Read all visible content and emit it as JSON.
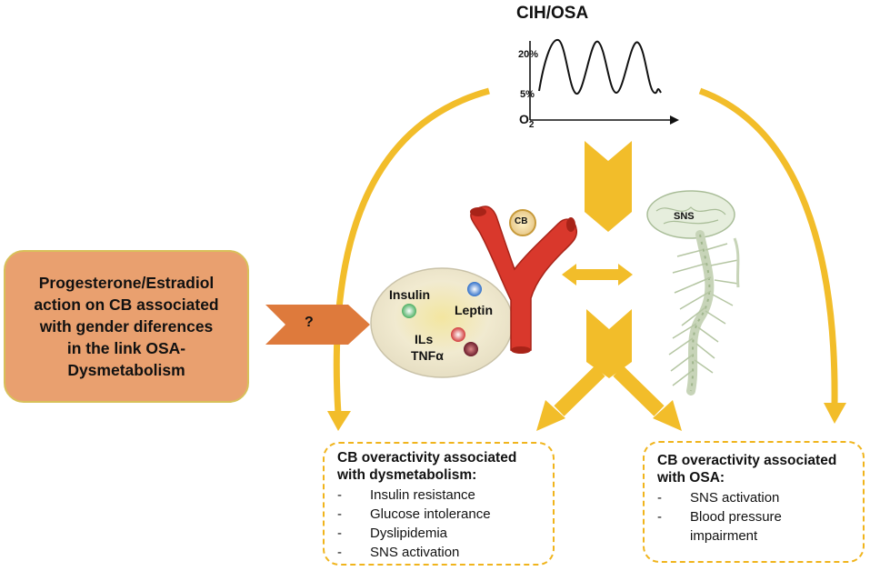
{
  "o2_graph": {
    "title": "CIH/OSA",
    "tick_high": "20%",
    "tick_low": "5%",
    "axis_label_main": "O",
    "axis_label_sub": "2"
  },
  "progesterone_box": {
    "lines": [
      "Progesterone/Estradiol",
      "action on CB associated",
      "with gender diferences",
      "in the link OSA-",
      "Dysmetabolism"
    ]
  },
  "question_arrow_label": "?",
  "carotid_body_label": "CB",
  "sns_label": "SNS",
  "adipose": {
    "insulin": "Insulin",
    "leptin": "Leptin",
    "ils": "ILs",
    "tnf": "TNFα"
  },
  "dysmetabolism_box": {
    "heading_line1": "CB overactivity associated",
    "heading_line2": "with dysmetabolism:",
    "items": [
      "Insulin resistance",
      "Glucose intolerance",
      "Dyslipidemia",
      "SNS activation"
    ]
  },
  "osa_box": {
    "heading_line1": "CB overactivity associated",
    "heading_line2": "with OSA:",
    "items": [
      "SNS activation",
      "Blood pressure",
      "impairment"
    ]
  },
  "colors": {
    "arrow_yellow": "#f2bd2a",
    "progesterone_fill": "#e9a06f",
    "question_arrow": "#de7a3c",
    "artery_red": "#d9382c",
    "adipose_fill": "#efe5b8"
  }
}
